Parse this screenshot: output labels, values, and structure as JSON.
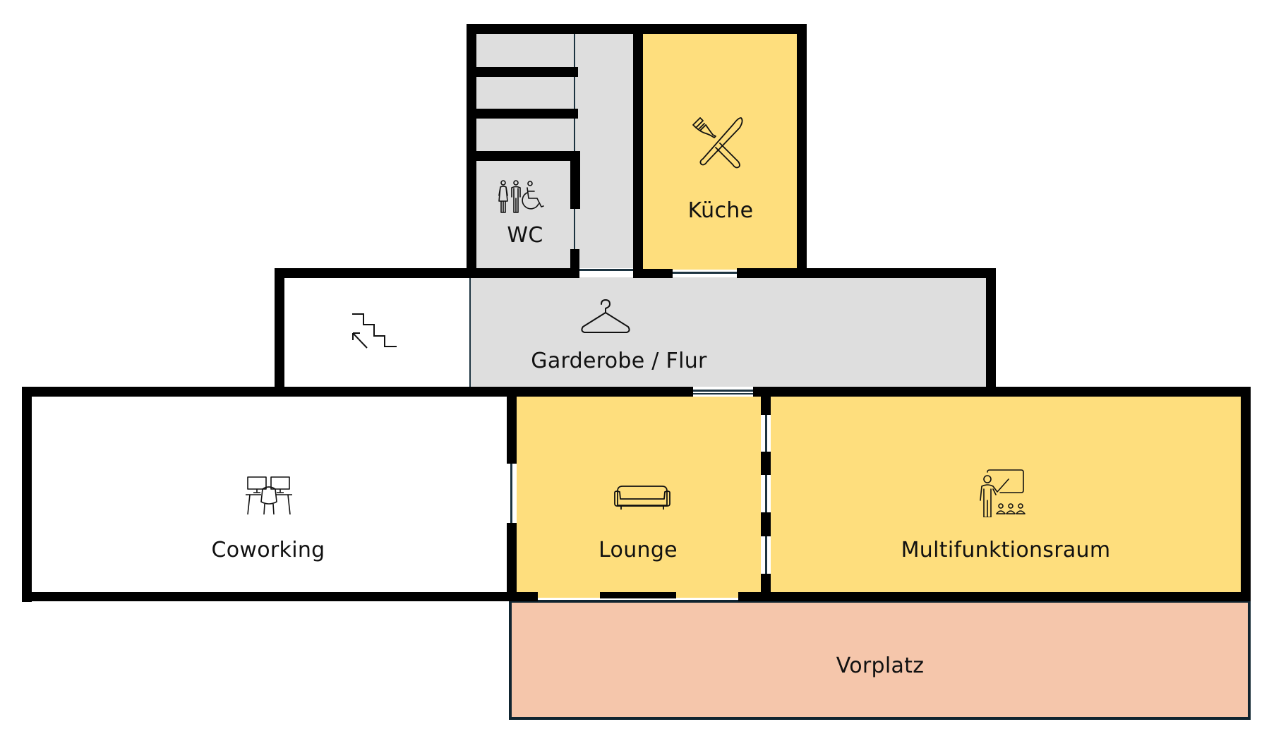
{
  "floorplan": {
    "colors": {
      "highlight": "#fede7d",
      "corridor": "#dedede",
      "outdoor": "#f5c6ab",
      "wall": "#000000",
      "outdoor_border": "#0f2430"
    },
    "rooms": [
      {
        "id": "wc",
        "label": "WC",
        "icon": "accessible-restroom-icon"
      },
      {
        "id": "kueche",
        "label": "Küche",
        "icon": "cutlery-icon"
      },
      {
        "id": "treppe",
        "label": "",
        "icon": "stairs-up-icon"
      },
      {
        "id": "garderobe",
        "label": "Garderobe / Flur",
        "icon": "coat-hanger-icon"
      },
      {
        "id": "coworking",
        "label": "Coworking",
        "icon": "desk-workstation-icon"
      },
      {
        "id": "lounge",
        "label": "Lounge",
        "icon": "sofa-icon"
      },
      {
        "id": "multifunktionsraum",
        "label": "Multifunktionsraum",
        "icon": "presentation-icon"
      },
      {
        "id": "vorplatz",
        "label": "Vorplatz",
        "icon": ""
      }
    ]
  }
}
